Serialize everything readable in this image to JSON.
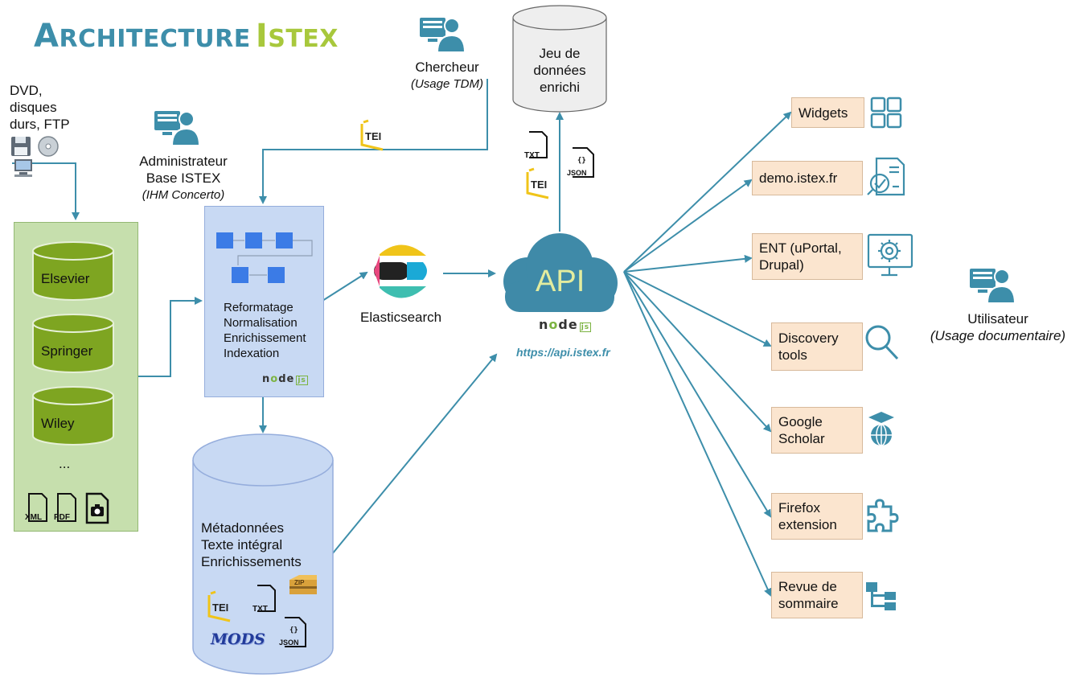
{
  "title": {
    "word1_initial": "A",
    "word1_rest": "RCHITECTURE",
    "word2_initial": "I",
    "word2_rest": "STEX"
  },
  "sources": {
    "lines": [
      "DVD,",
      "disques",
      "durs, FTP"
    ]
  },
  "publishers": {
    "items": [
      "Elsevier",
      "Springer",
      "Wiley"
    ],
    "more": "..."
  },
  "admin": {
    "line1": "Administrateur",
    "line2": "Base ISTEX",
    "sub": "(IHM Concerto)"
  },
  "processing": {
    "steps": [
      "Reformatage",
      "Normalisation",
      "Enrichissement",
      "Indexation"
    ]
  },
  "storage": {
    "lines": [
      "Métadonnées",
      "Texte intégral",
      "Enrichissements"
    ]
  },
  "search_engine": {
    "label": "Elasticsearch"
  },
  "researcher": {
    "label": "Chercheur",
    "sub": "(Usage TDM)"
  },
  "dataset": {
    "lines": [
      "Jeu de",
      "données",
      "enrichi"
    ]
  },
  "api": {
    "label": "API",
    "url": "https://api.istex.fr"
  },
  "node_logo": {
    "text_pre": "n",
    "text_o": "o",
    "text_post": "de",
    "badge": "js"
  },
  "formats": {
    "tei": "TEI",
    "txt": "TXT",
    "json": "JSON",
    "xml": "XML",
    "pdf": "PDF",
    "zip": "ZIP",
    "mods": "MODS"
  },
  "outputs": [
    {
      "lines": [
        "Widgets"
      ],
      "icon": "grid-icon"
    },
    {
      "lines": [
        "demo.istex.fr"
      ],
      "icon": "report-check-icon"
    },
    {
      "lines": [
        "ENT (uPortal,",
        "Drupal)"
      ],
      "icon": "settings-monitor-icon"
    },
    {
      "lines": [
        "Discovery",
        "tools"
      ],
      "icon": "search-icon"
    },
    {
      "lines": [
        "Google",
        "Scholar"
      ],
      "icon": "graduation-globe-icon"
    },
    {
      "lines": [
        "Firefox",
        "extension"
      ],
      "icon": "puzzle-icon"
    },
    {
      "lines": [
        "Revue de",
        "sommaire"
      ],
      "icon": "tree-structure-icon"
    }
  ],
  "user": {
    "label": "Utilisateur",
    "sub": "(Usage documentaire)"
  },
  "colors": {
    "accent": "#3d8eaa",
    "green": "#a8c83c",
    "panel_green": "#c6dfad",
    "panel_blue": "#c8d9f3",
    "output_box": "#fbe5cf",
    "db_green": "#7ea521"
  }
}
